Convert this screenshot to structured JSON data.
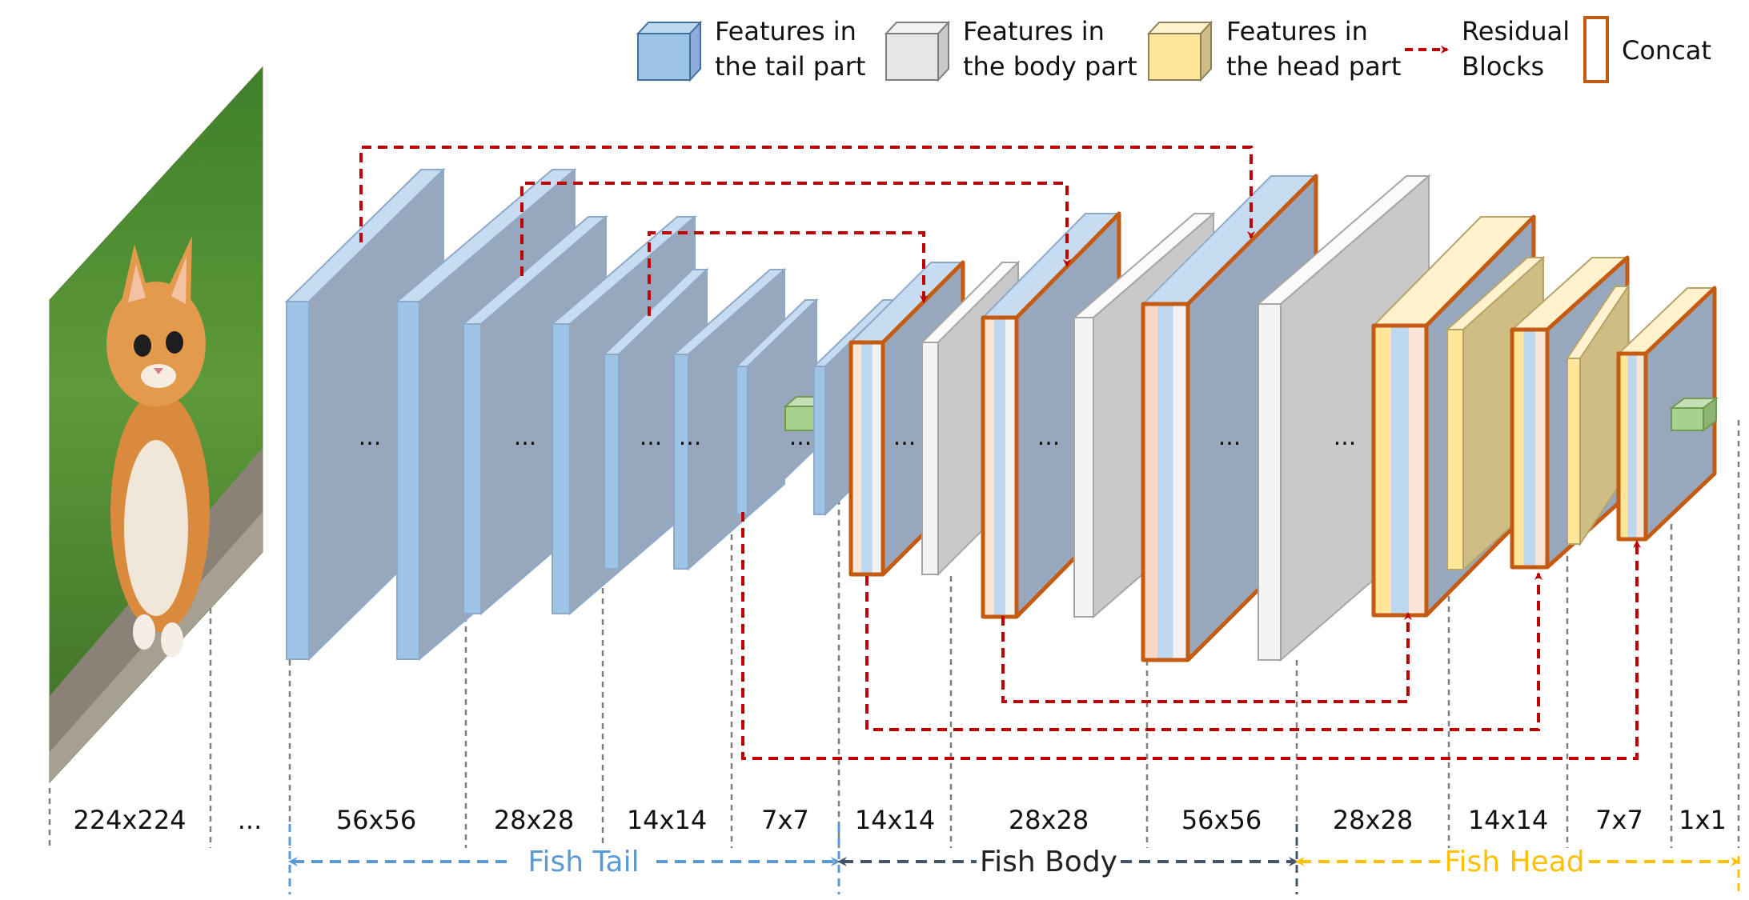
{
  "legend": {
    "tail_line1": "Features in",
    "tail_line2": "the tail part",
    "body_line1": "Features in",
    "body_line2": "the body part",
    "head_line1": "Features in",
    "head_line2": "the head part",
    "residual_line1": "Residual",
    "residual_line2": "Blocks",
    "concat": "Concat"
  },
  "resolutions": [
    "224x224",
    "...",
    "56x56",
    "28x28",
    "14x14",
    "7x7",
    "14x14",
    "28x28",
    "56x56",
    "28x28",
    "14x14",
    "7x7",
    "1x1"
  ],
  "sections": {
    "tail": "Fish Tail",
    "body": "Fish Body",
    "head": "Fish Head"
  },
  "ellipsis": "...",
  "colors": {
    "tail_fill": "#9DC3E6",
    "tail_side": "#8FA5BF",
    "body_fill": "#E7E6E6",
    "body_side": "#C9C9C9",
    "head_fill": "#FFE699",
    "head_side": "#CFBE84",
    "residual": "#C00000",
    "concat": "#C55A11",
    "tail_label": "#5B9BD5",
    "body_label": "#44546A",
    "head_label": "#FFC000",
    "output_cube": "#A9D18E"
  }
}
